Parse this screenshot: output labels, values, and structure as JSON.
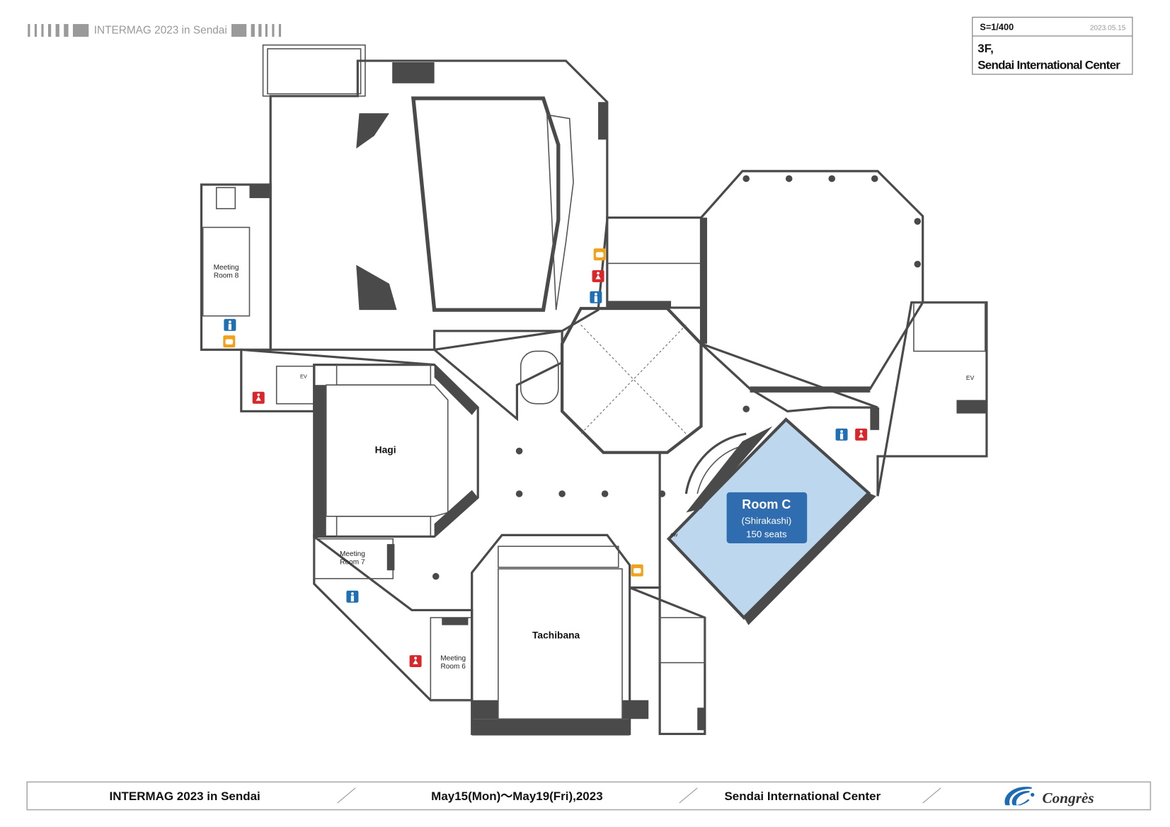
{
  "header": {
    "event_title": "INTERMAG 2023 in Sendai"
  },
  "title_box": {
    "scale": "S=1/400",
    "date": "2023.05.15",
    "floor": "3F,",
    "venue": "Sendai International Center"
  },
  "rooms": {
    "meeting_room_8": [
      "Meeting",
      "Room 8"
    ],
    "meeting_room_7": [
      "Meeting",
      "Room 7"
    ],
    "meeting_room_6": [
      "Meeting",
      "Room 6"
    ],
    "hagi": "Hagi",
    "tachibana": "Tachibana",
    "room_c": {
      "name": "Room C",
      "subtitle": "(Shirakashi)",
      "capacity": "150 seats"
    },
    "ev_left": "EV",
    "ev_right": "EV",
    "sw": "SW"
  },
  "colors": {
    "highlight_fill": "#bdd8ee",
    "label_blue": "#2f6db0",
    "men_restroom": "#1f6fb5",
    "women_restroom": "#d9262b",
    "amenity": "#f0a21b",
    "wall": "#4a4a4a"
  },
  "legend_icons": [
    "men-restroom-icon",
    "women-restroom-icon",
    "amenity-icon"
  ],
  "footer": {
    "event": "INTERMAG 2023 in Sendai",
    "dates": "May15(Mon)～May19(Fri),2023",
    "venue": "Sendai International Center",
    "logo_text": "Congrès"
  }
}
